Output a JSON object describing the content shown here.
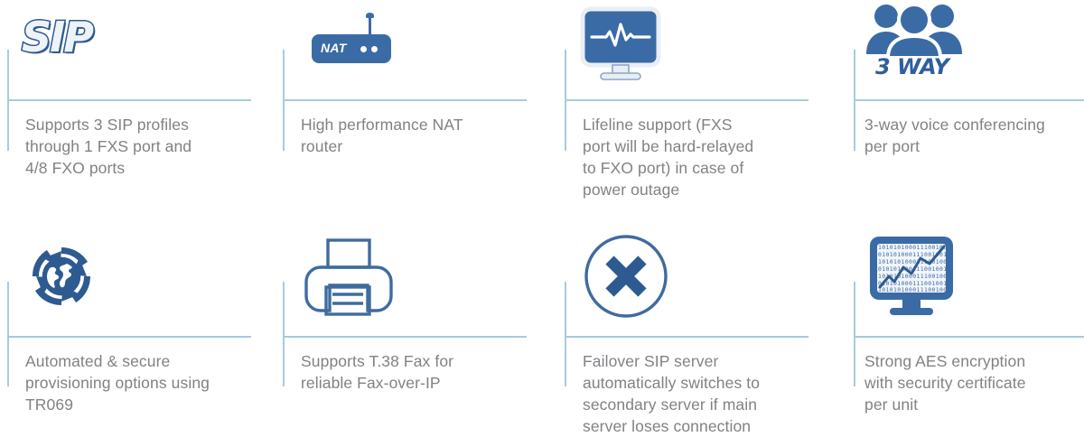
{
  "theme": {
    "background": "#ffffff",
    "icon_blue": "#3a6ba5",
    "icon_blue_dark": "#2d5b91",
    "rule_blue": "#a8cadd",
    "text_gray": "#808285"
  },
  "features": [
    {
      "id": "sip-profiles",
      "icon": "sip-logo-icon",
      "icon_text": "SIP",
      "caption": "Supports 3 SIP profiles\nthrough 1 FXS port and\n4/8 FXO ports"
    },
    {
      "id": "nat-router",
      "icon": "nat-router-icon",
      "icon_text": "NAT",
      "caption": "High performance NAT\nrouter"
    },
    {
      "id": "lifeline-support",
      "icon": "monitor-heartbeat-icon",
      "icon_text": "",
      "caption": "Lifeline support (FXS\nport will be hard-relayed\nto FXO port) in case of\npower outage"
    },
    {
      "id": "three-way-conferencing",
      "icon": "three-users-icon",
      "icon_text": "3 WAY",
      "caption": "3-way voice conferencing\nper port"
    },
    {
      "id": "auto-provisioning",
      "icon": "globe-refresh-arrows-icon",
      "icon_text": "",
      "caption": "Automated & secure\nprovisioning options using\nTR069"
    },
    {
      "id": "t38-fax",
      "icon": "printer-fax-icon",
      "icon_text": "",
      "caption": "Supports T.38 Fax for\nreliable Fax-over-IP"
    },
    {
      "id": "failover-sip-server",
      "icon": "circle-x-icon",
      "icon_text": "",
      "caption": "Failover SIP server\nautomatically switches to\nsecondary server if main\nserver loses connection"
    },
    {
      "id": "aes-encryption",
      "icon": "monitor-binary-chart-icon",
      "icon_text": "",
      "caption": "Strong AES encryption\nwith security certificate\nper unit"
    }
  ]
}
